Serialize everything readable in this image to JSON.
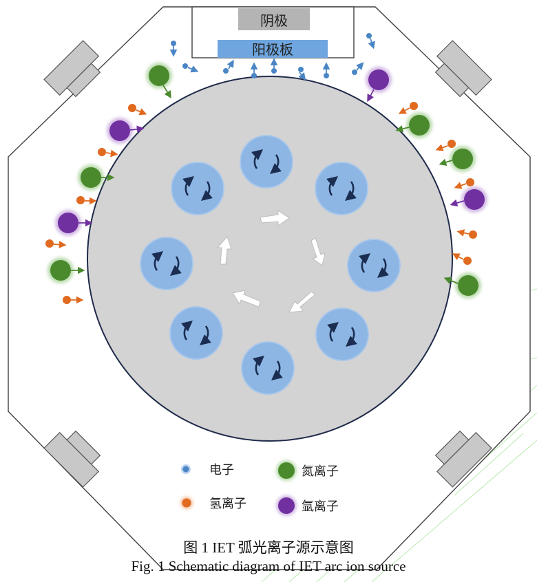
{
  "diagram": {
    "cathode_label": "阴极",
    "anode_plate_label": "阳极板"
  },
  "legend": {
    "electron": "电子",
    "nitrogen_ion": "氮离子",
    "hydrogen_ion": "氢离子",
    "argon_ion": "氩离子"
  },
  "caption": {
    "zh": "图 1 IET 弧光离子源示意图",
    "en": "Fig. 1 Schematic diagram of IET arc ion source"
  },
  "colors": {
    "chamber_fill": "#d3d3d3",
    "chamber_stroke": "#1f2b4a",
    "target_fill": "#8db6e4",
    "arrow_dark": "#1b2d50",
    "electron": "#4a86c6",
    "hydrogen": "#e06a1f",
    "nitrogen": "#4a8a2d",
    "argon": "#7030a0",
    "watermark": "#7bd96b"
  }
}
